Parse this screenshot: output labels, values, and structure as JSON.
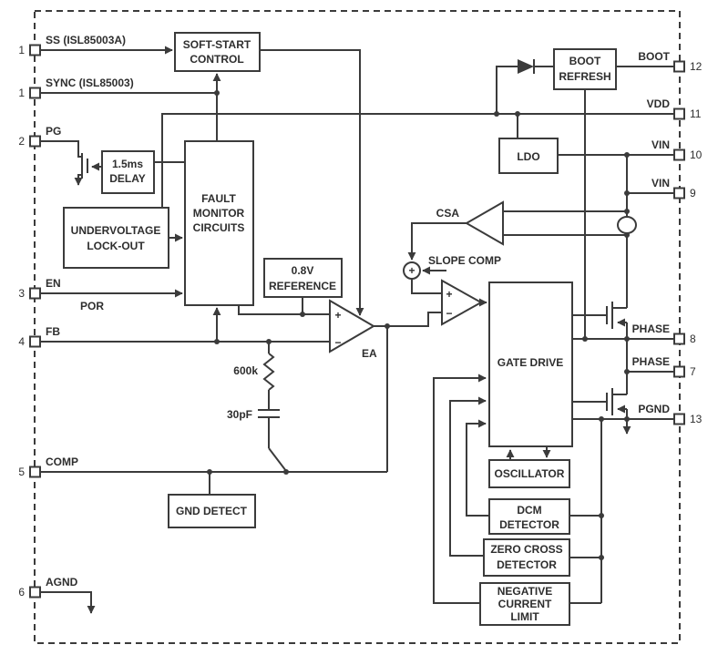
{
  "pins": {
    "left": [
      {
        "num": "1",
        "label": "SS (ISL85003A)"
      },
      {
        "num": "1",
        "label": "SYNC (ISL85003)"
      },
      {
        "num": "2",
        "label": "PG"
      },
      {
        "num": "3",
        "label": "EN"
      },
      {
        "num": "4",
        "label": "FB"
      },
      {
        "num": "5",
        "label": "COMP"
      },
      {
        "num": "6",
        "label": "AGND"
      }
    ],
    "right": [
      {
        "num": "12",
        "label": "BOOT"
      },
      {
        "num": "11",
        "label": "VDD"
      },
      {
        "num": "10",
        "label": "VIN"
      },
      {
        "num": "9",
        "label": "VIN"
      },
      {
        "num": "8",
        "label": "PHASE"
      },
      {
        "num": "7",
        "label": "PHASE"
      },
      {
        "num": "13",
        "label": "PGND"
      }
    ]
  },
  "blocks": {
    "soft_start": {
      "l1": "SOFT-START",
      "l2": "CONTROL"
    },
    "boot_refresh": {
      "l1": "BOOT",
      "l2": "REFRESH"
    },
    "ldo": {
      "l1": "LDO"
    },
    "delay": {
      "l1": "1.5ms",
      "l2": "DELAY"
    },
    "fault_monitor": {
      "l1": "FAULT",
      "l2": "MONITOR",
      "l3": "CIRCUITS"
    },
    "uvlo": {
      "l1": "UNDERVOLTAGE",
      "l2": "LOCK-OUT"
    },
    "reference": {
      "l1": "0.8V",
      "l2": "REFERENCE"
    },
    "gate_drive": {
      "l1": "GATE DRIVE"
    },
    "oscillator": {
      "l1": "OSCILLATOR"
    },
    "dcm": {
      "l1": "DCM",
      "l2": "DETECTOR"
    },
    "zero_cross": {
      "l1": "ZERO CROSS",
      "l2": "DETECTOR"
    },
    "neg_current": {
      "l1": "NEGATIVE",
      "l2": "CURRENT",
      "l3": "LIMIT"
    },
    "gnd_detect": {
      "l1": "GND DETECT"
    }
  },
  "labels": {
    "por": "POR",
    "csa": "CSA",
    "slope_comp": "SLOPE COMP",
    "ea": "EA",
    "resistor": "600k",
    "capacitor": "30pF",
    "plus": "+",
    "minus": "−"
  },
  "colors": {
    "line": "#3b3b3b",
    "text": "#2e2e2e",
    "background": "#ffffff"
  }
}
